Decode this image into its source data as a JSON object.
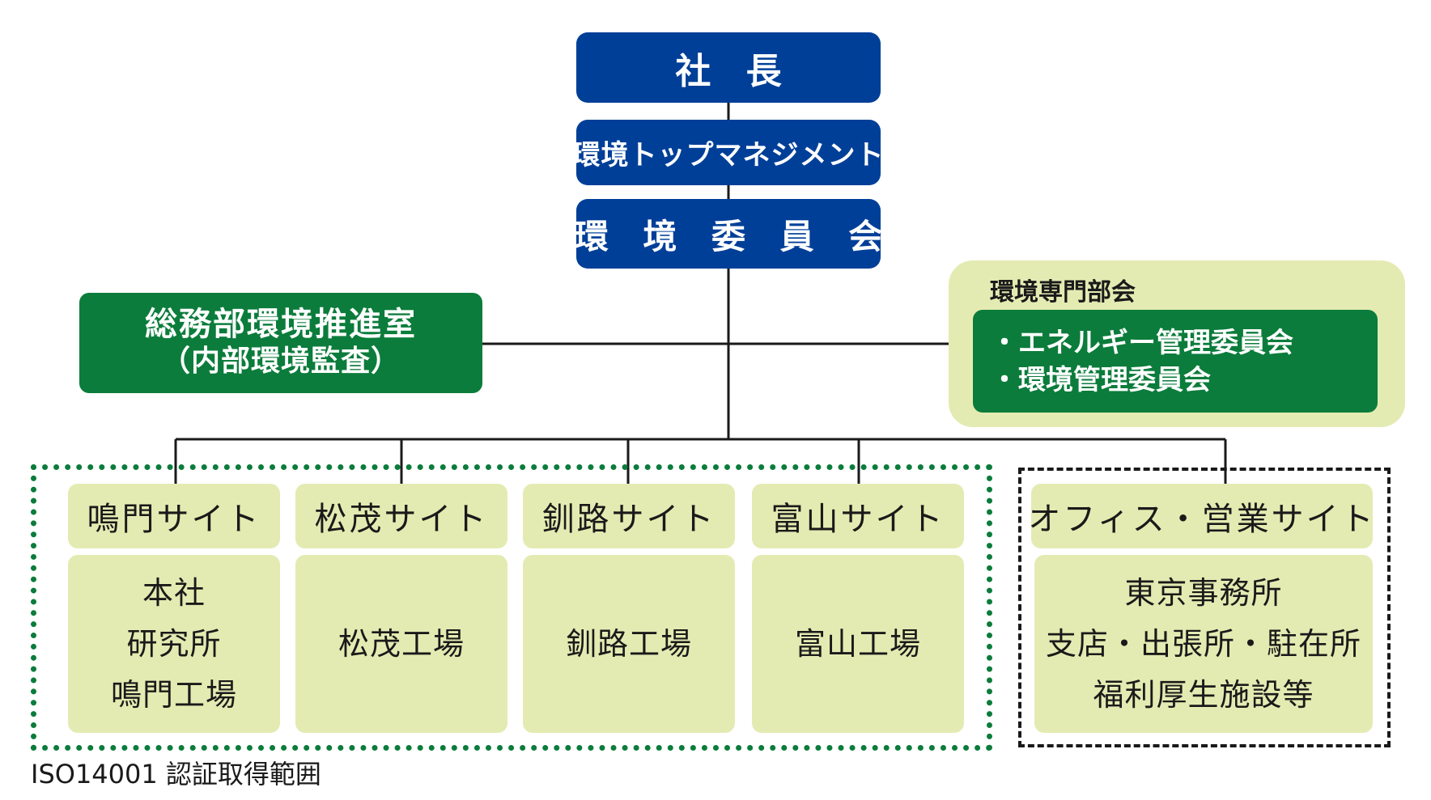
{
  "president": "社 長",
  "top_management": "環境トップマネジメント",
  "environment_committee": "環 境 委 員 会",
  "general_affairs": {
    "title": "総務部環境推進室",
    "subtitle": "（内部環境監査）"
  },
  "specialist_committees": {
    "title": "環境専門部会",
    "items": [
      "・エネルギー管理委員会",
      "・環境管理委員会"
    ]
  },
  "sites": [
    {
      "name": "鳴門サイト",
      "facilities": [
        "本社",
        "研究所",
        "鳴門工場"
      ]
    },
    {
      "name": "松茂サイト",
      "facilities": [
        "松茂工場"
      ]
    },
    {
      "name": "釧路サイト",
      "facilities": [
        "釧路工場"
      ]
    },
    {
      "name": "富山サイト",
      "facilities": [
        "富山工場"
      ]
    },
    {
      "name": "オフィス・営業サイト",
      "facilities": [
        "東京事務所",
        "支店・出張所・駐在所",
        "福利厚生施設等"
      ]
    }
  ],
  "iso_scope_label": "ISO14001 認証取得範囲",
  "colors": {
    "navy": "#003f98",
    "green": "#0b7c3b",
    "pale_green": "#e4ebb2",
    "line": "#1a1a1a"
  }
}
